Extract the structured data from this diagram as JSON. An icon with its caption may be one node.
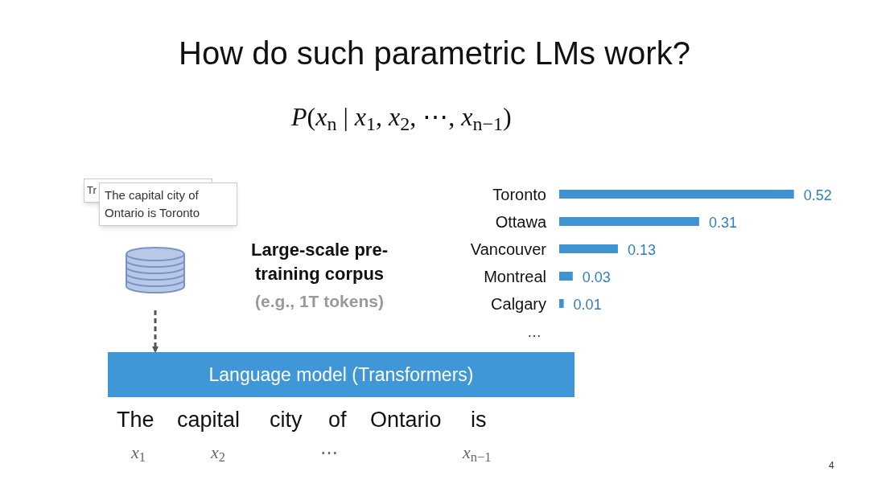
{
  "diagram": {
    "title": "How do such parametric LMs work?",
    "nodes": [
      {
        "text": [
          "The capital city of Ontario is Toronto"
        ]
      },
      {
        "text": [],
        "shape": "cylinder"
      },
      {
        "text": [
          "Language model (Transformers)"
        ]
      }
    ],
    "edges": [
      {
        "from": 1,
        "to": 2,
        "arrow": "to",
        "style": "dashed"
      }
    ],
    "labels": [
      "*P*(*x*$_{n}$ | *x*$_{1}$, *x*$_{2}$, ⋯, *x*$_{n−1}$)",
      "Tr",
      "Large-scale pre-training corpus",
      "(e.g., 1T tokens)",
      "…",
      "The",
      "capital",
      "city",
      "of",
      "Ontario",
      "is",
      "*x*$_{1}$",
      "*x*$_{2}$",
      "⋯",
      "*x*$_{n−1}$",
      "4"
    ],
    "chart_data": {
      "type": "bar",
      "orientation": "horizontal",
      "categories": [
        "Toronto",
        "Ottawa",
        "Vancouver",
        "Montreal",
        "Calgary"
      ],
      "values": [
        0.52,
        0.31,
        0.13,
        0.03,
        0.01
      ],
      "data_labels": true
    }
  }
}
